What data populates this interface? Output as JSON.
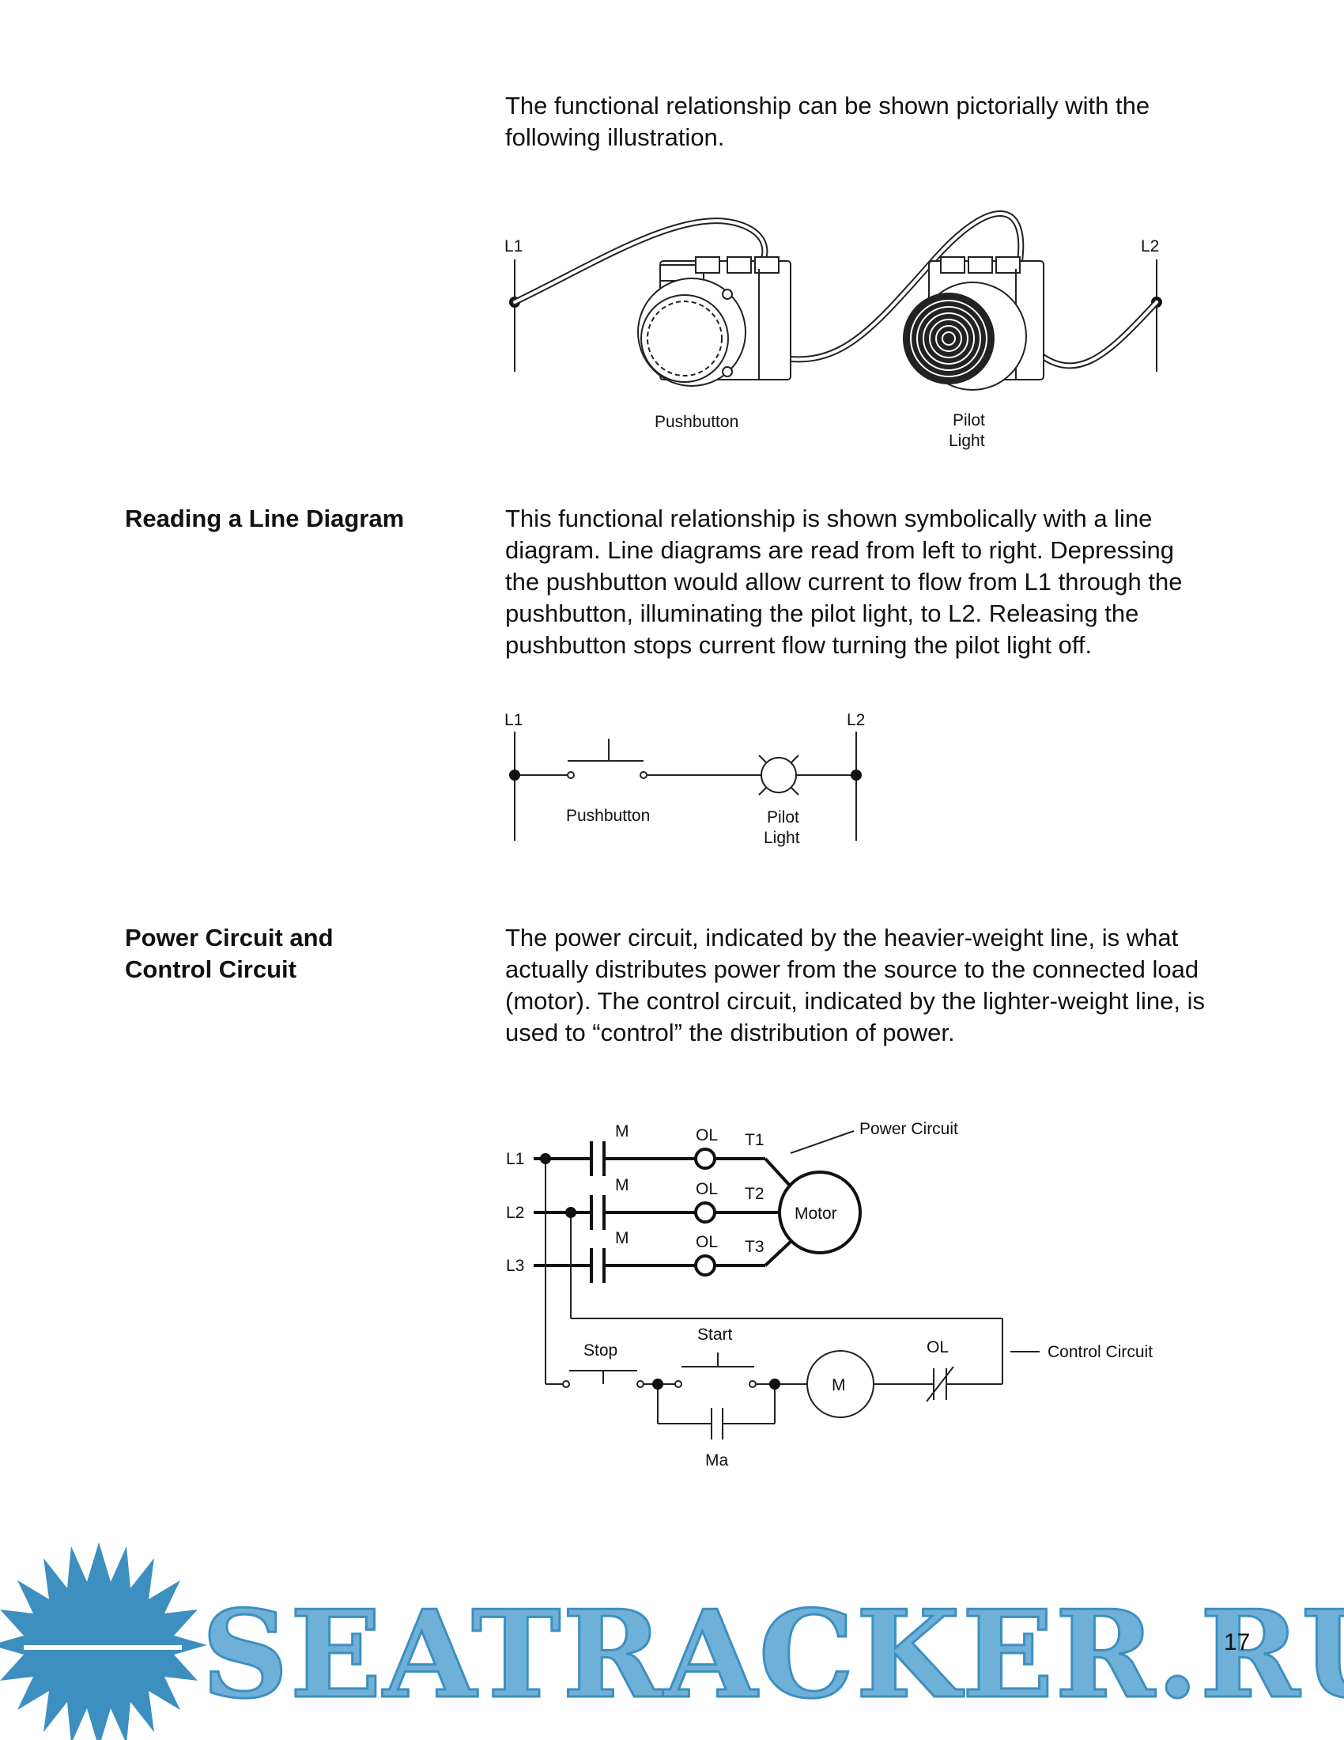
{
  "intro": {
    "lines": [
      "The functional relationship can be shown pictorially with the",
      "following illustration."
    ]
  },
  "pictorial": {
    "l1": "L1",
    "l2": "L2",
    "pushbutton": "Pushbutton",
    "pilot_line1": "Pilot",
    "pilot_line2": "Light"
  },
  "section_line_diagram": {
    "heading": "Reading a Line Diagram",
    "lines": [
      "This functional relationship is shown symbolically with a line",
      "diagram. Line diagrams are read from left to right. Depressing",
      "the pushbutton would allow current to flow from L1 through the",
      "pushbutton, illuminating the pilot light, to L2. Releasing the",
      "pushbutton stops current flow turning the pilot light off."
    ]
  },
  "line_diagram": {
    "l1": "L1",
    "l2": "L2",
    "pushbutton": "Pushbutton",
    "pilot_line1": "Pilot",
    "pilot_line2": "Light"
  },
  "section_power_control": {
    "heading_lines": [
      "Power Circuit and",
      "Control Circuit"
    ],
    "lines": [
      "The power circuit, indicated by the heavier-weight line, is what",
      "actually distributes power from the source to the connected load",
      "(motor). The control circuit, indicated by the lighter-weight line, is",
      "used to “control” the distribution of power."
    ]
  },
  "motor_diagram": {
    "l1": "L1",
    "l2": "L2",
    "l3": "L3",
    "m_contact": "M",
    "ol": "OL",
    "t1": "T1",
    "t2": "T2",
    "t3": "T3",
    "motor": "Motor",
    "power_circuit": "Power Circuit",
    "control_circuit": "Control Circuit",
    "stop": "Stop",
    "start": "Start",
    "coil": "M",
    "ma": "Ma"
  },
  "watermark": {
    "text": "SEATRACKER.RU",
    "color": "#3d8fc0"
  },
  "page_number": "17"
}
